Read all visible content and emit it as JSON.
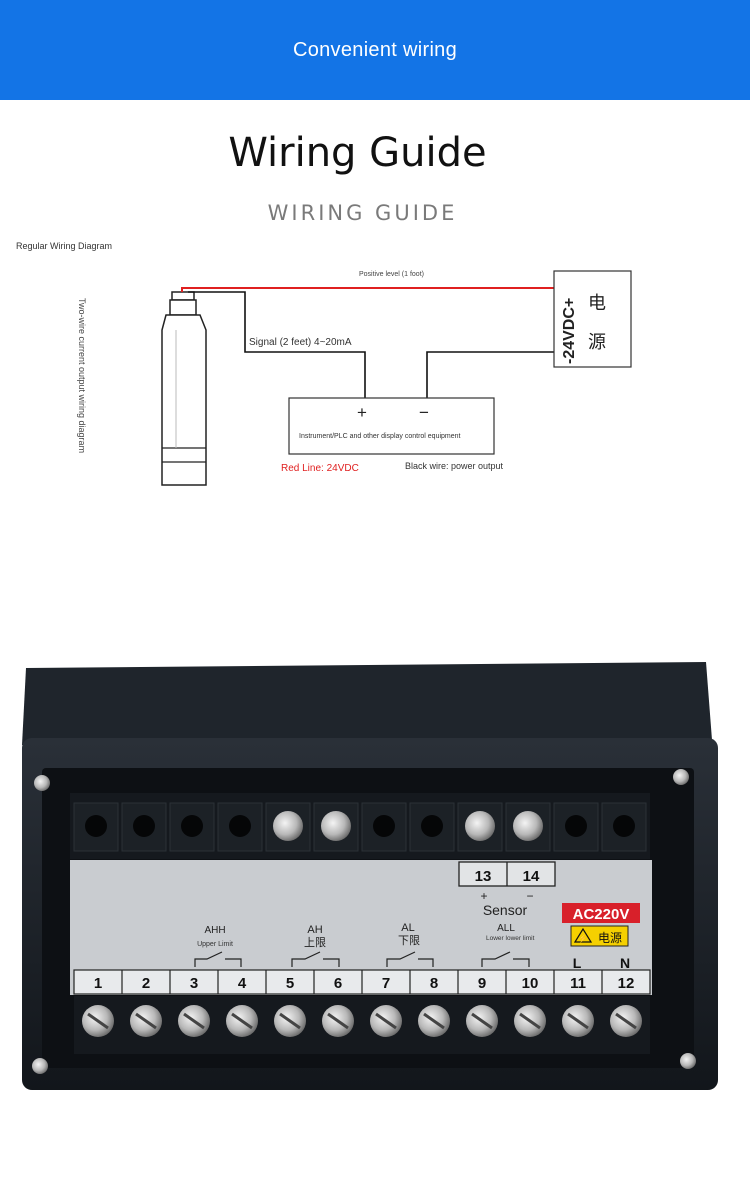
{
  "banner": {
    "text": "Convenient wiring",
    "color": "#1374e6"
  },
  "guide": {
    "title": "Wiring Guide",
    "subtitle": "WIRING GUIDE",
    "diagram_label": "Regular Wiring Diagram",
    "side_label": "Two-wire current output wiring diagram",
    "positive_label": "Positive level (1 foot)",
    "signal_label": "Signal (2 feet) 4~20mA",
    "power_box": {
      "voltage": "-24VDC+",
      "char1": "电",
      "char2": "源"
    },
    "instrument": {
      "plus": "+",
      "minus": "−",
      "text": "Instrument/PLC and other display control equipment"
    },
    "red_line_label": "Red Line: 24VDC",
    "black_wire_label": "Black wire: power output",
    "colors": {
      "red_wire": "#e02020",
      "black_wire": "#111111"
    }
  },
  "device": {
    "sensor_terminals": [
      "13",
      "14"
    ],
    "sensor_signs": [
      "+",
      "−"
    ],
    "sensor_label": "Sensor",
    "power_badge": "AC220V",
    "power_warning": "电源",
    "relays": [
      {
        "name": "AHH",
        "sub": "Upper Limit"
      },
      {
        "name": "AH",
        "sub": "上限"
      },
      {
        "name": "AL",
        "sub": "下限"
      },
      {
        "name": "ALL",
        "sub": "Lower lower limit"
      }
    ],
    "line_labels": [
      "L",
      "N"
    ],
    "terminal_numbers": [
      "1",
      "2",
      "3",
      "4",
      "5",
      "6",
      "7",
      "8",
      "9",
      "10",
      "11",
      "12"
    ]
  }
}
